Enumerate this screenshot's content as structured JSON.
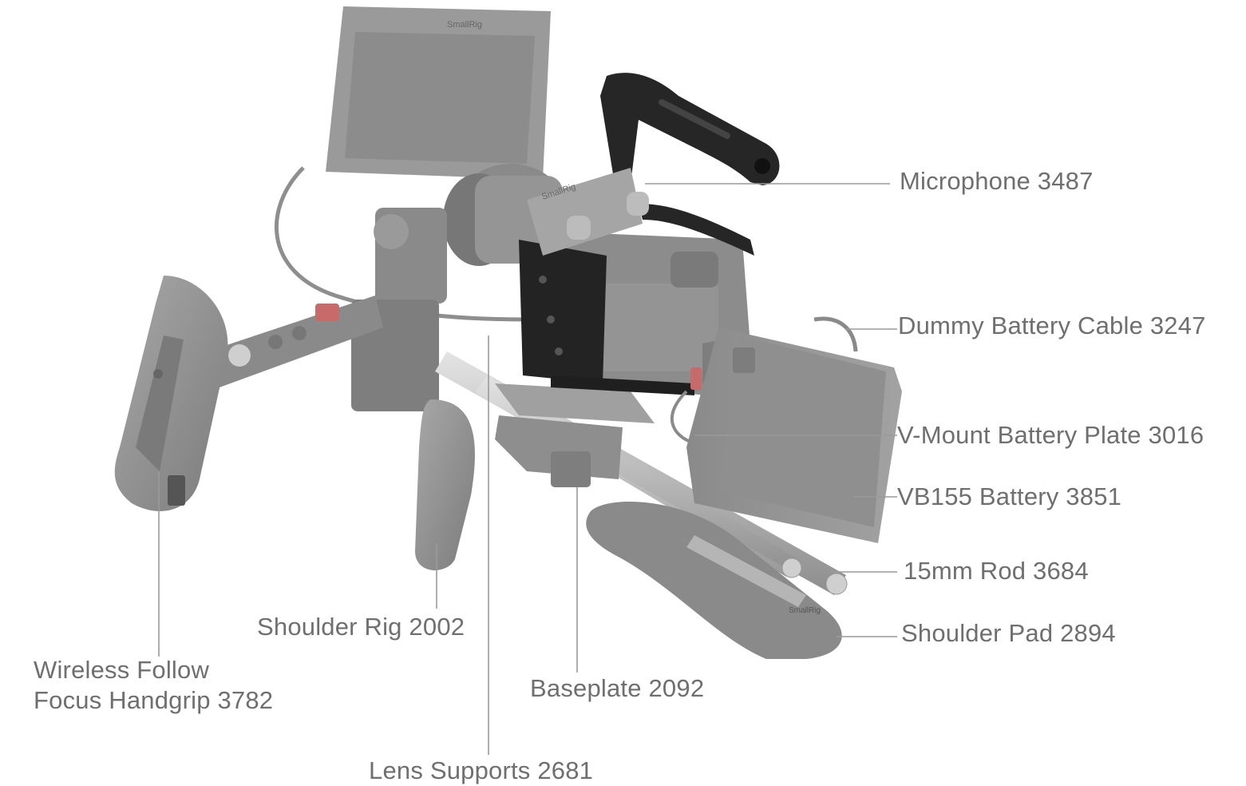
{
  "labels": {
    "microphone": "Microphone 3487",
    "dummy_battery_cable": "Dummy Battery Cable 3247",
    "v_mount_battery_plate": "V-Mount Battery Plate 3016",
    "vb155_battery": "VB155 Battery 3851",
    "rod_15mm": "15mm Rod 3684",
    "shoulder_pad": "Shoulder Pad 2894",
    "shoulder_rig": "Shoulder Rig 2002",
    "wireless_follow_focus_line1": "Wireless Follow",
    "wireless_follow_focus_line2": "Focus Handgrip 3782",
    "baseplate": "Baseplate 2092",
    "lens_supports": "Lens Supports 2681"
  },
  "printed_marks": {
    "brand": "SmallRig"
  },
  "colors": {
    "label_text": "#6f6f6f",
    "leader_line": "#9a9a9a",
    "accessory_gray": "#8e8e8e",
    "cage_black": "#1f1f1f",
    "accent_red": "#c96a6a"
  }
}
